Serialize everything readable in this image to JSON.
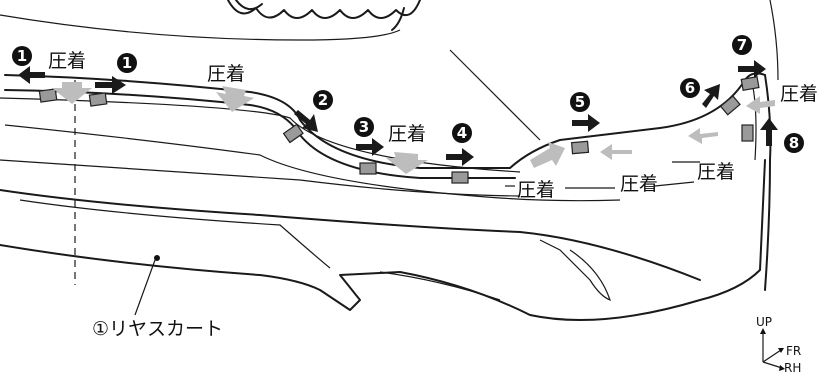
{
  "labels": {
    "press": "圧着",
    "part_name": "①リヤスカート"
  },
  "step_numbers": [
    "❶",
    "❶",
    "❷",
    "❸",
    "❹",
    "❺",
    "❻",
    "❼",
    "❽"
  ],
  "direction": {
    "up": "UP",
    "front": "FR",
    "right": "RH"
  },
  "colors": {
    "outline": "#1a1a1a",
    "tape": "#9a9a9a",
    "press_arrow": "#bdbdbd",
    "push_arrow": "#1a1a1a"
  }
}
